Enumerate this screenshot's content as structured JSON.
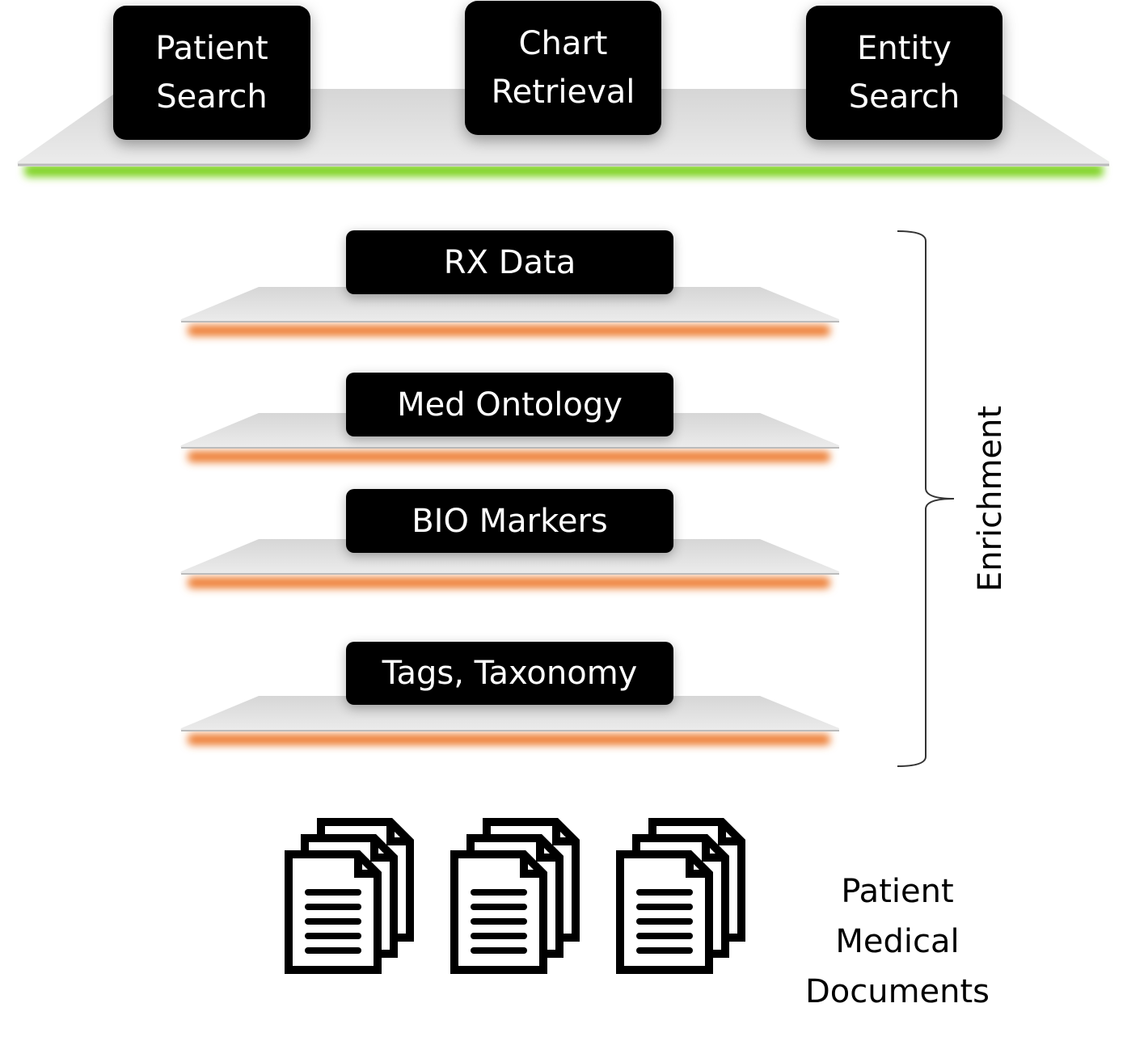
{
  "top_layer": {
    "items": [
      {
        "line1": "Patient",
        "line2": "Search"
      },
      {
        "line1": "Chart",
        "line2": "Retrieval"
      },
      {
        "line1": "Entity",
        "line2": "Search"
      }
    ],
    "glow_color": "#7ed321"
  },
  "enrichment": {
    "label": "Enrichment",
    "layers": [
      "RX Data",
      "Med Ontology",
      "BIO Markers",
      "Tags, Taxonomy"
    ],
    "glow_color": "#ed7d31"
  },
  "documents": {
    "icon": "document-stack-icon",
    "count": 3,
    "label_lines": [
      "Patient",
      "Medical",
      "Documents"
    ]
  }
}
